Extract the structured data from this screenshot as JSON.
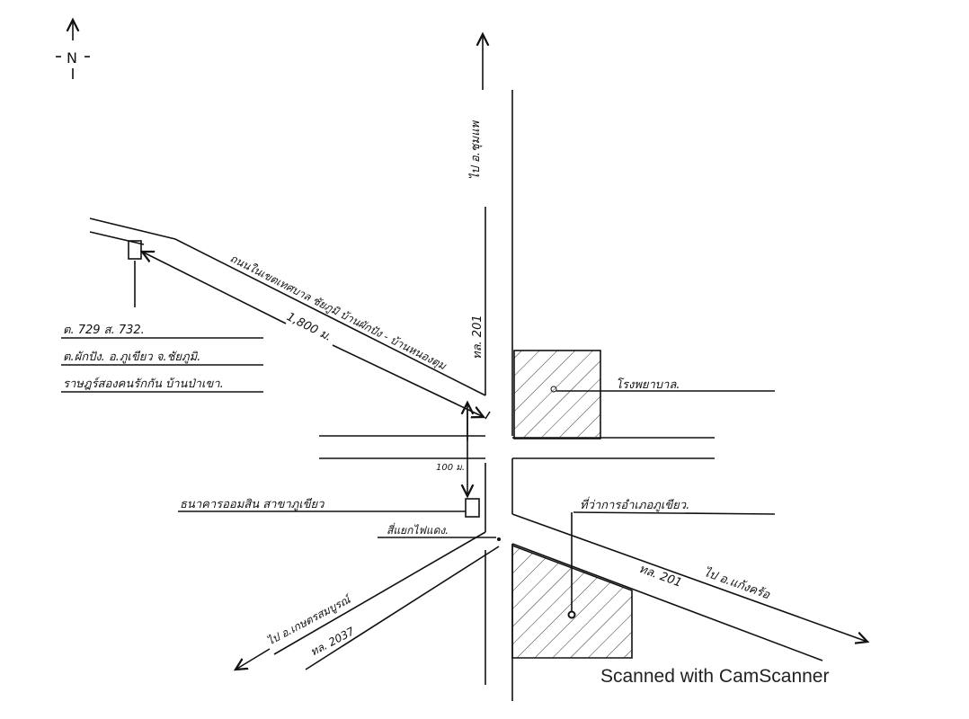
{
  "compass": {
    "label": "N"
  },
  "roads": {
    "north_destination": "ไป อ.ชุมแพ",
    "main_highway": "ทล. 201",
    "main_highway_south": "ทล. 201",
    "southeast_destination": "ไป อ.แก้งคร้อ",
    "southwest_destination": "ไป อ.เกษตรสมบูรณ์",
    "southwest_highway": "ทล. 2037",
    "northwest_road": "ถนนในเขตเทศบาล ชัยภูมิ บ้านผักปัง - บ้านหนองตุม"
  },
  "distances": {
    "long": "1,800 ม.",
    "short": "100 ม."
  },
  "landmarks": {
    "hospital": "โรงพยาบาล.",
    "district_office": "ที่ว่าการอำเภอภูเขียว.",
    "bank": "ธนาคารออมสิน สาขาภูเขียว",
    "traffic_light": "สี่แยกไฟแดง."
  },
  "address": {
    "line1": "ต. 729  ส. 732.",
    "line2": "ต.ผักปัง. อ.ภูเขียว จ.ชัยภูมิ.",
    "line3": "ราษฎร์สองคนรักกัน  บ้านป่าเขา."
  },
  "watermark": "Scanned with CamScanner"
}
